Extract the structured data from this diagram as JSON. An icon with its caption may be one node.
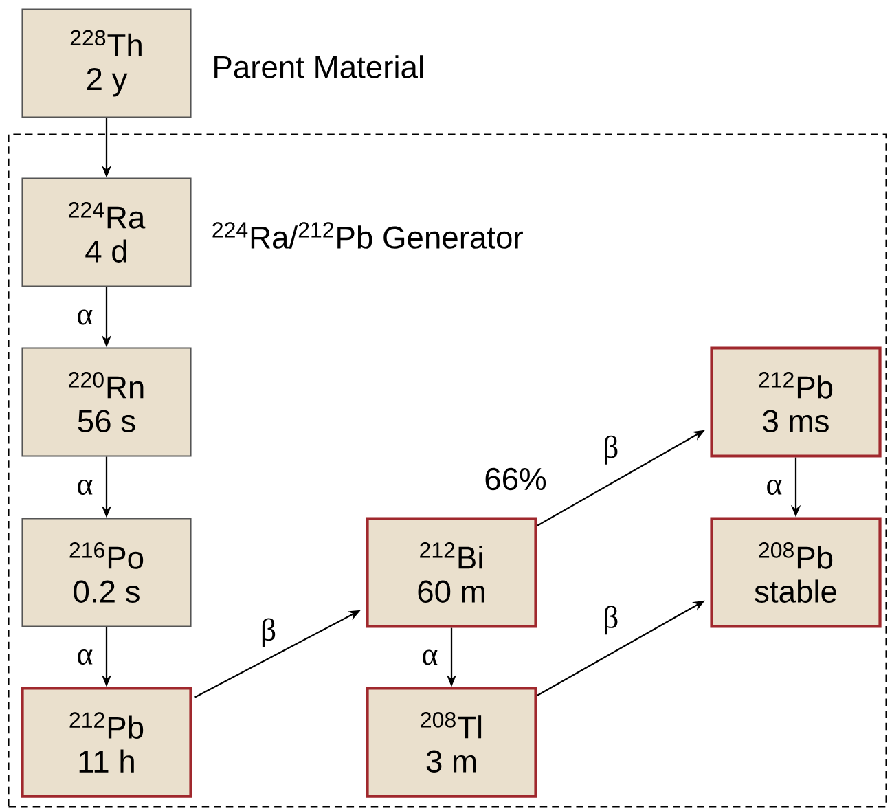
{
  "diagram": {
    "nodes": [
      {
        "text": [
          "$^{228}$Th",
          "2 y"
        ],
        "beside": [
          "Parent Material"
        ]
      },
      {
        "text": [
          "$^{224}$Ra/$^{212}$Pb Generator"
        ]
      },
      {
        "text": [
          "$^{224}$Ra",
          "4 d"
        ],
        "in": 1
      },
      {
        "text": [
          "$^{220}$Rn",
          "56 s"
        ],
        "in": 1
      },
      {
        "text": [
          "$^{216}$Po",
          "0.2 s"
        ],
        "in": 1
      },
      {
        "text": [
          "$^{212}$Pb",
          "11 h"
        ],
        "in": 1
      },
      {
        "text": [
          "$^{212}$Bi",
          "60 m"
        ],
        "in": 1
      },
      {
        "text": [
          "$^{208}$Tl",
          "3 m"
        ],
        "in": 1
      },
      {
        "text": [
          "$^{212}$Pb",
          "3 ms"
        ],
        "in": 1
      },
      {
        "text": [
          "$^{208}$Pb",
          "stable"
        ],
        "in": 1
      }
    ],
    "edges": [
      {
        "from": 0,
        "to": 2,
        "arrow": "to"
      },
      {
        "from": 2,
        "to": 3,
        "arrow": "to",
        "label": "α"
      },
      {
        "from": 3,
        "to": 4,
        "arrow": "to",
        "label": "α"
      },
      {
        "from": 4,
        "to": 5,
        "arrow": "to",
        "label": "α"
      },
      {
        "from": 5,
        "to": 6,
        "arrow": "to",
        "label": "β"
      },
      {
        "from": 6,
        "to": 8,
        "arrow": "to",
        "label": "β"
      },
      {
        "from": 6,
        "to": 7,
        "arrow": "to",
        "label": "α"
      },
      {
        "from": 7,
        "to": 9,
        "arrow": "to",
        "label": "β"
      },
      {
        "from": 8,
        "to": 9,
        "arrow": "to",
        "label": "α"
      }
    ],
    "labels": [
      "66%"
    ]
  }
}
